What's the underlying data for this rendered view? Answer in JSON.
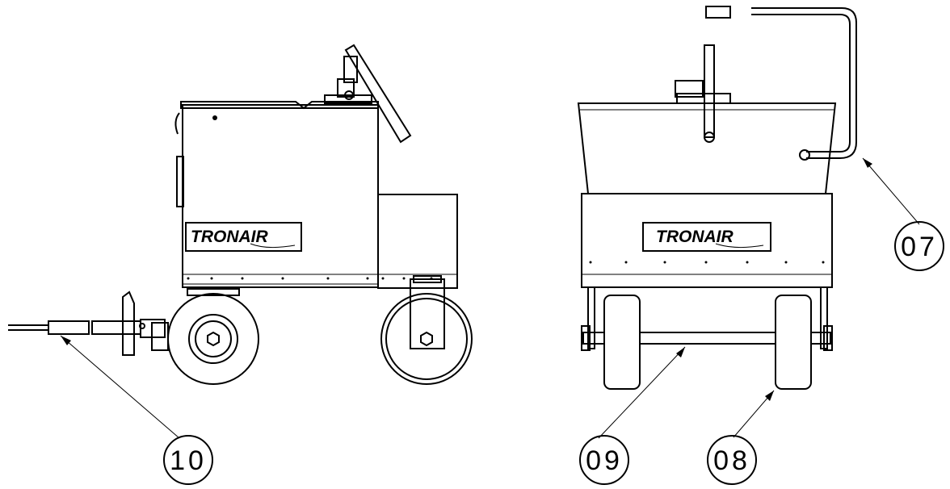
{
  "brand": {
    "logo_text": "TRONAIR"
  },
  "callouts": [
    {
      "id": "07",
      "label": "07"
    },
    {
      "id": "08",
      "label": "08"
    },
    {
      "id": "09",
      "label": "09"
    },
    {
      "id": "10",
      "label": "10"
    }
  ]
}
